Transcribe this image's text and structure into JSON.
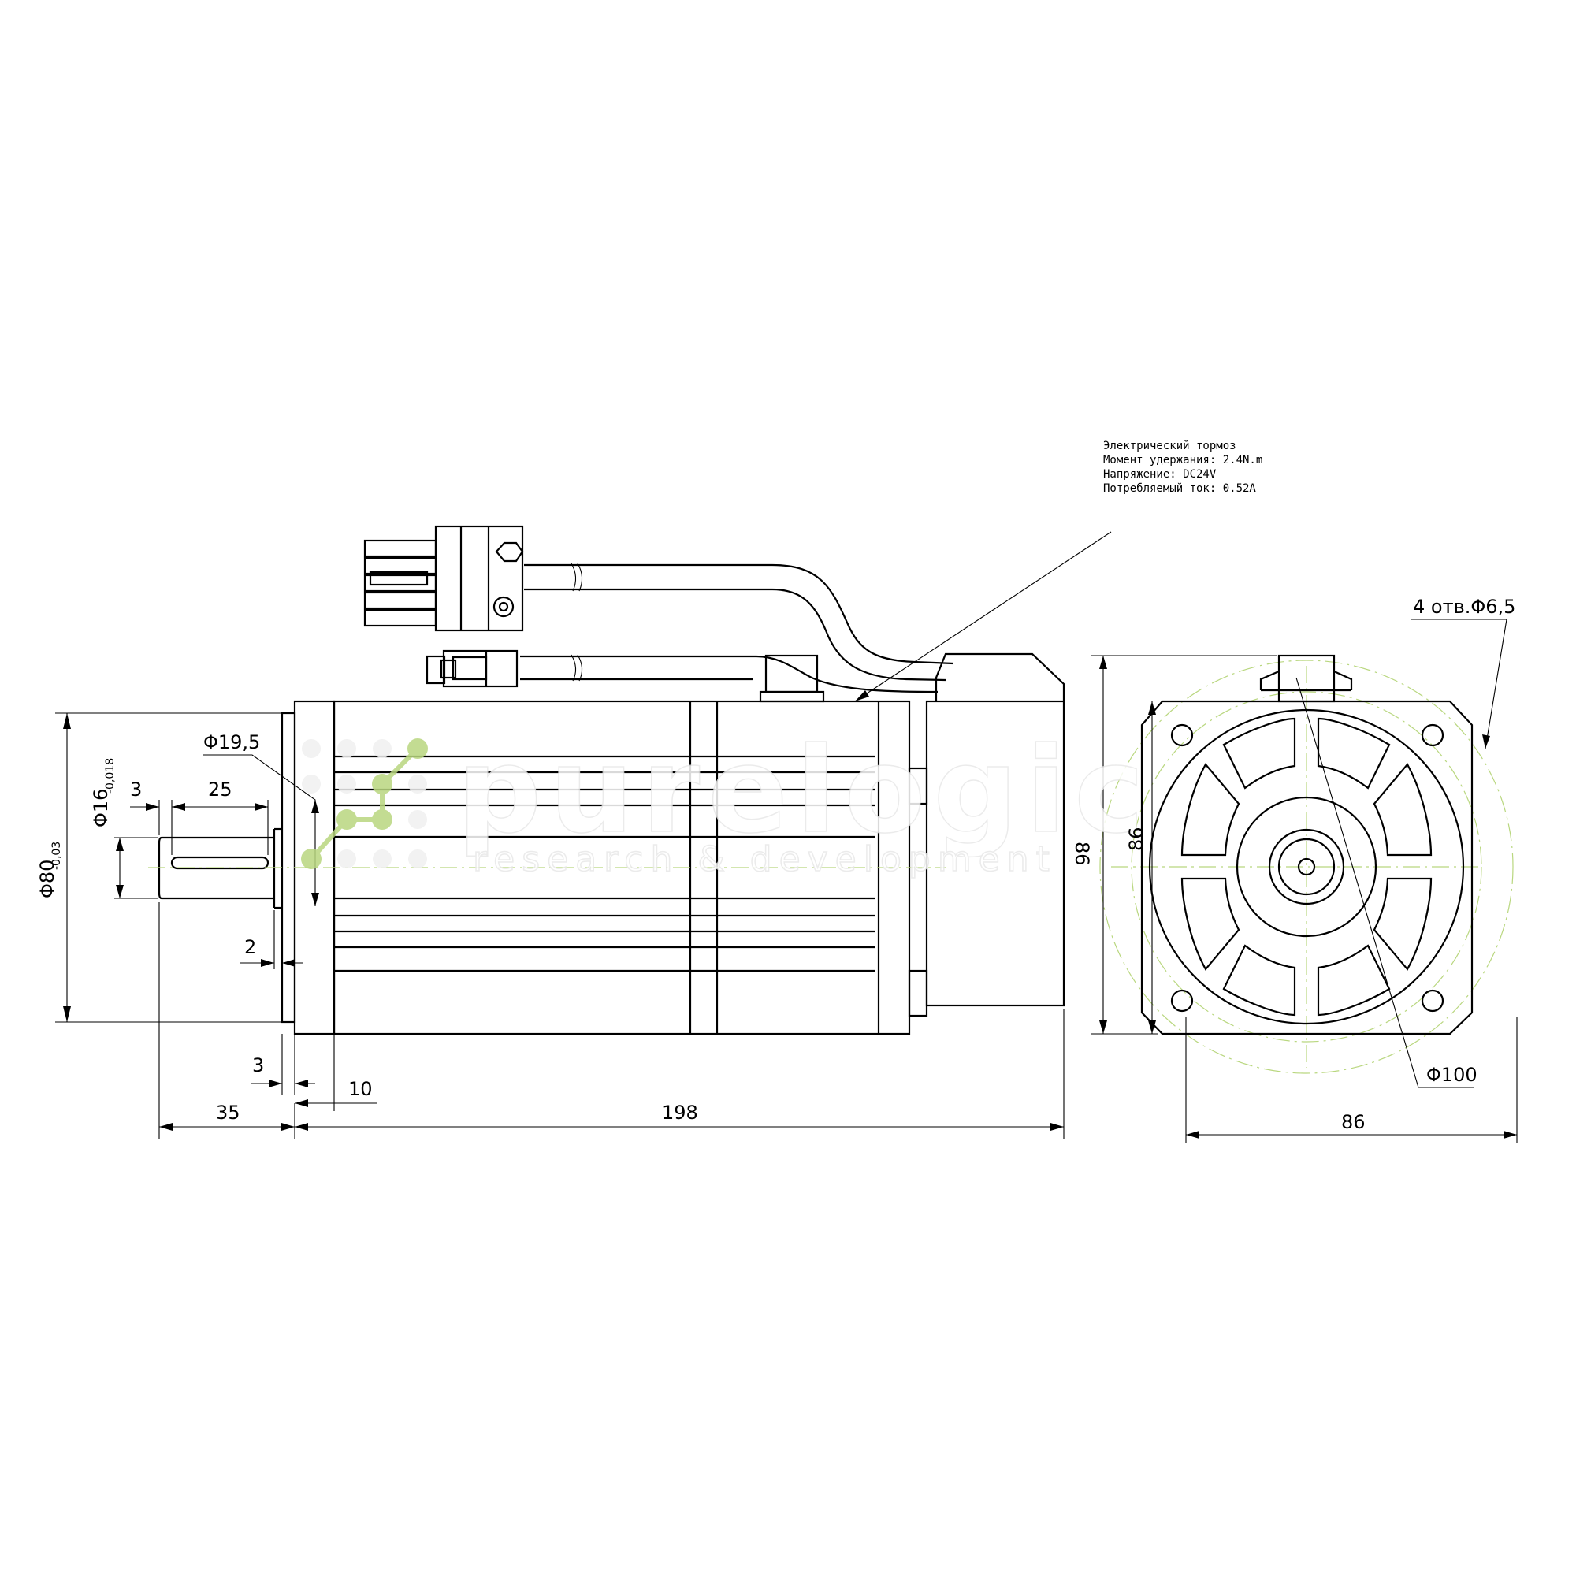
{
  "brake_note": {
    "line1": "Электрический тормоз",
    "line2": "Момент удержания: 2.4N.m",
    "line3": "Напряжение: DC24V",
    "line4": "Потребляемый ток: 0.52A"
  },
  "dimensions": {
    "d80": "Φ80",
    "d80_tol": "-0,03",
    "d16": "Φ16",
    "d16_tol": "-0,018",
    "d19_5": "Φ19,5",
    "len_3a": "3",
    "len_25": "25",
    "len_2": "2",
    "len_3b": "3",
    "len_10": "10",
    "len_35": "35",
    "len_198": "198",
    "flange_height_86": "86",
    "body_height_86_rotated": "86",
    "flange_width_86": "86",
    "holes": "4 отв.Φ6,5",
    "pcd_100": "Φ100"
  },
  "watermark": {
    "brand": "purelogic",
    "tagline": "research & development",
    "accent_color": "#b9d77f"
  }
}
